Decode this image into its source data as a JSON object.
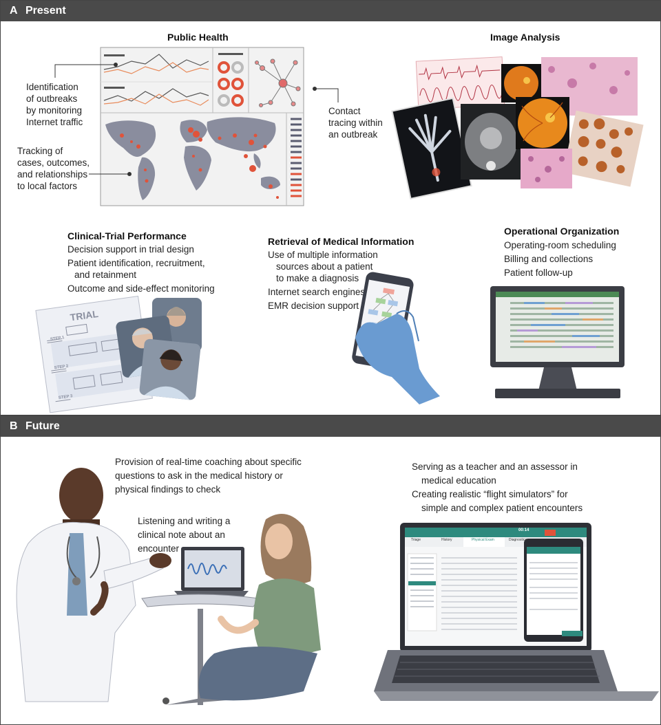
{
  "panel_a": {
    "letter": "A",
    "title": "Present",
    "public_health": {
      "heading": "Public Health",
      "callout_outbreaks": [
        "Identification",
        "of outbreaks",
        "by monitoring",
        "Internet traffic"
      ],
      "callout_tracking": [
        "Tracking of",
        "cases, outcomes,",
        "and relationships",
        "to local factors"
      ],
      "callout_contact": [
        "Contact",
        "tracing within",
        "an outbreak"
      ]
    },
    "image_analysis": {
      "heading": "Image Analysis"
    },
    "clinical_trial": {
      "heading": "Clinical-Trial Performance",
      "items": [
        "Decision support in trial design",
        "Patient identification, recruitment,",
        "and retainment",
        "Outcome and side-effect monitoring"
      ],
      "doc_title": "TRIAL",
      "steps": [
        "STEP 1",
        "STEP 2",
        "STEP 3"
      ]
    },
    "retrieval": {
      "heading": "Retrieval of Medical Information",
      "items": [
        "Use of multiple information",
        "sources about a patient",
        "to make a diagnosis",
        "Internet search engines",
        "EMR decision support"
      ]
    },
    "operational": {
      "heading": "Operational Organization",
      "items": [
        "Operating-room scheduling",
        "Billing and collections",
        "Patient follow-up"
      ]
    }
  },
  "panel_b": {
    "letter": "B",
    "title": "Future",
    "coaching": [
      "Provision of real-time coaching about specific",
      "questions to ask in the medical history or",
      "physical findings to check"
    ],
    "listening": [
      "Listening and writing a",
      "clinical note about an",
      "encounter"
    ],
    "teacher": [
      "Serving as a teacher and an assessor in",
      "medical education"
    ],
    "simulators": [
      "Creating realistic “flight simulators” for",
      "simple and complex patient encounters"
    ],
    "screen_tabs": [
      "Triage",
      "History",
      "Physical Exam",
      "Diagnostics"
    ],
    "screen_timer": "00:14"
  },
  "colors": {
    "header_bar": "#4a4a4a",
    "outbreak_red": "#e0533a",
    "map_gray": "#8a8d9e",
    "glove_blue": "#6a9bd1",
    "screen_teal": "#2e8a7e"
  }
}
